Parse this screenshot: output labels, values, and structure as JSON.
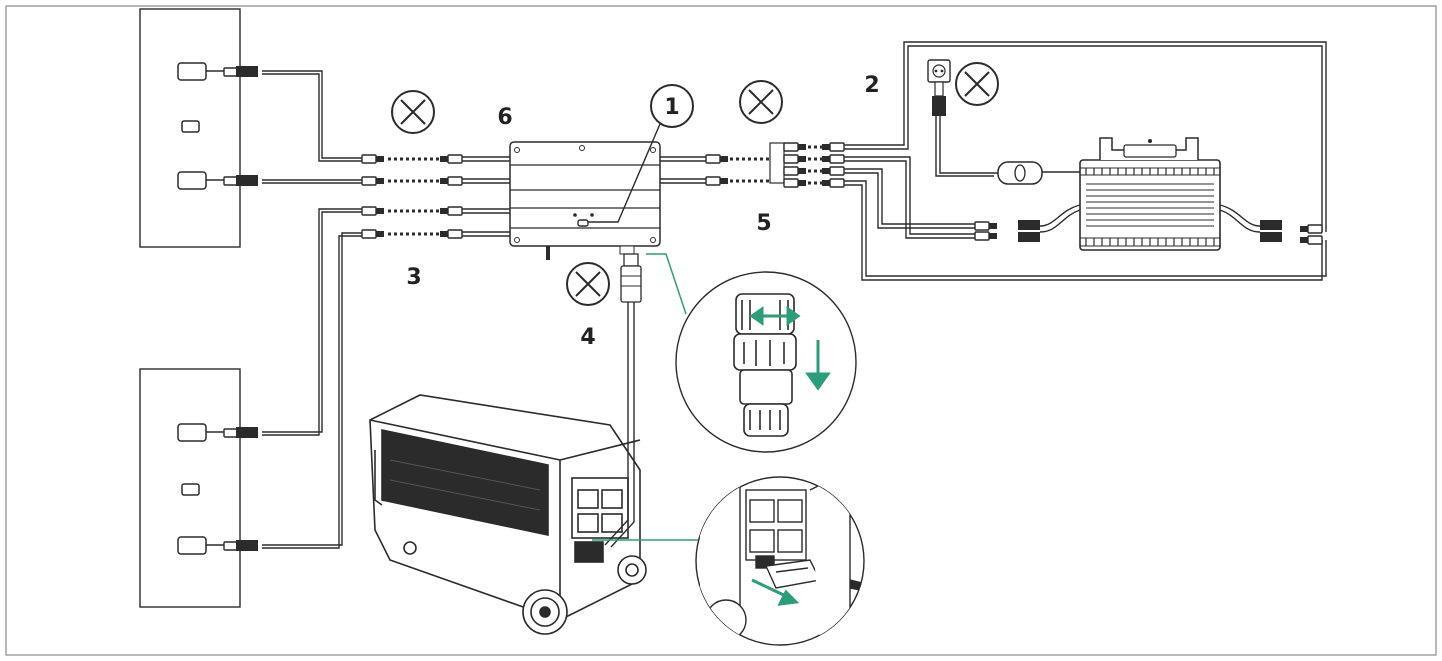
{
  "labels": {
    "l1": "1",
    "l2": "2",
    "l3": "3",
    "l4": "4",
    "l5": "5",
    "l6": "6"
  },
  "colors": {
    "line": "#2b2b2b",
    "accent": "#2a9d7a",
    "frame": "#8a8a8a"
  },
  "icons": [
    "no-connect-icon",
    "wall-socket-icon",
    "panel-junction-box-icon",
    "arrow-down-icon",
    "arrow-double-icon"
  ]
}
